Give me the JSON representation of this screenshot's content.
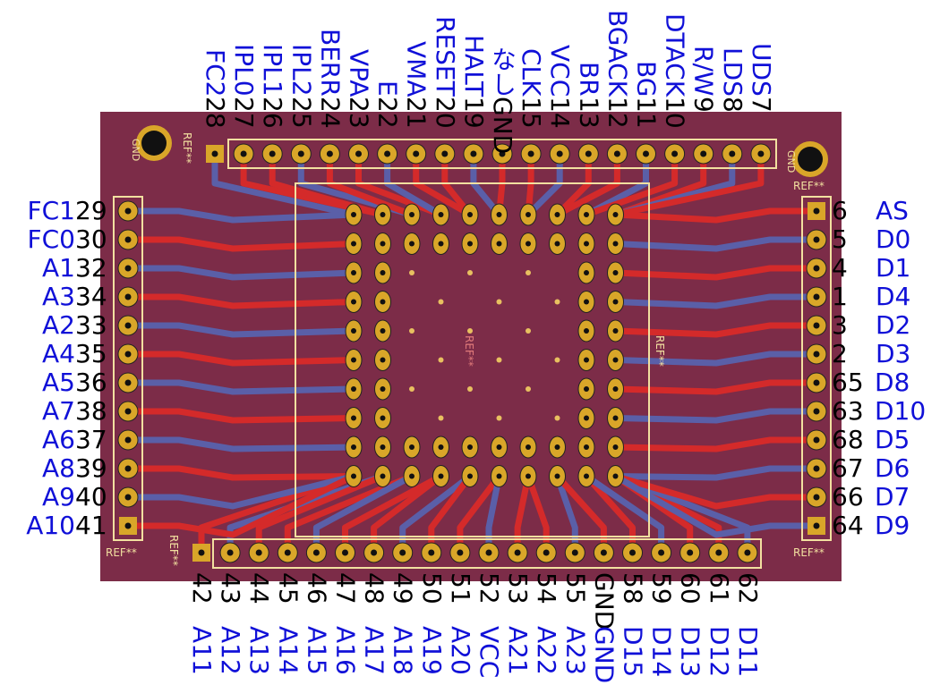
{
  "colors": {
    "board": "#7c2c48",
    "copper": "#d9a629",
    "trace": "#d42a2a",
    "trace_back": "#5a5fa8",
    "silk": "#f2e0a0",
    "label_name": "#1010d8",
    "label_num": "#000000"
  },
  "board_texts": {
    "ref": "REF**",
    "gnd": "GND",
    "chip_ref": "REF**"
  },
  "top_header": [
    {
      "num": "28",
      "name": "FC2"
    },
    {
      "num": "27",
      "name": "IPL0"
    },
    {
      "num": "26",
      "name": "IPL1"
    },
    {
      "num": "25",
      "name": "IPL2"
    },
    {
      "num": "24",
      "name": "BERR"
    },
    {
      "num": "23",
      "name": "VPA"
    },
    {
      "num": "22",
      "name": "E"
    },
    {
      "num": "21",
      "name": "VMA"
    },
    {
      "num": "20",
      "name": "RESET"
    },
    {
      "num": "19",
      "name": "HALT"
    },
    {
      "num": "GND",
      "name": "なし"
    },
    {
      "num": "15",
      "name": "CLK"
    },
    {
      "num": "14",
      "name": "VCC"
    },
    {
      "num": "13",
      "name": "BR"
    },
    {
      "num": "12",
      "name": "BGACK"
    },
    {
      "num": "11",
      "name": "BG"
    },
    {
      "num": "10",
      "name": "DTACK"
    },
    {
      "num": "9",
      "name": "R/W"
    },
    {
      "num": "8",
      "name": "LDS"
    },
    {
      "num": "7",
      "name": "UDS"
    }
  ],
  "bottom_header": [
    {
      "num": "42",
      "name": "A11"
    },
    {
      "num": "43",
      "name": "A12"
    },
    {
      "num": "44",
      "name": "A13"
    },
    {
      "num": "45",
      "name": "A14"
    },
    {
      "num": "46",
      "name": "A15"
    },
    {
      "num": "47",
      "name": "A16"
    },
    {
      "num": "48",
      "name": "A17"
    },
    {
      "num": "49",
      "name": "A18"
    },
    {
      "num": "50",
      "name": "A19"
    },
    {
      "num": "51",
      "name": "A20"
    },
    {
      "num": "52",
      "name": "VCC"
    },
    {
      "num": "53",
      "name": "A21"
    },
    {
      "num": "54",
      "name": "A22"
    },
    {
      "num": "55",
      "name": "A23"
    },
    {
      "num": "GND",
      "name": "GND"
    },
    {
      "num": "58",
      "name": "D15"
    },
    {
      "num": "59",
      "name": "D14"
    },
    {
      "num": "60",
      "name": "D13"
    },
    {
      "num": "61",
      "name": "D12"
    },
    {
      "num": "62",
      "name": "D11"
    }
  ],
  "left_header": [
    {
      "num": "29",
      "name": "FC1"
    },
    {
      "num": "30",
      "name": "FC0"
    },
    {
      "num": "32",
      "name": "A1"
    },
    {
      "num": "34",
      "name": "A3"
    },
    {
      "num": "33",
      "name": "A2"
    },
    {
      "num": "35",
      "name": "A4"
    },
    {
      "num": "36",
      "name": "A5"
    },
    {
      "num": "38",
      "name": "A7"
    },
    {
      "num": "37",
      "name": "A6"
    },
    {
      "num": "39",
      "name": "A8"
    },
    {
      "num": "40",
      "name": "A9"
    },
    {
      "num": "41",
      "name": "A10"
    }
  ],
  "right_header": [
    {
      "num": "6",
      "name": "AS"
    },
    {
      "num": "5",
      "name": "D0"
    },
    {
      "num": "4",
      "name": "D1"
    },
    {
      "num": "1",
      "name": "D4"
    },
    {
      "num": "3",
      "name": "D2"
    },
    {
      "num": "2",
      "name": "D3"
    },
    {
      "num": "65",
      "name": "D8"
    },
    {
      "num": "63",
      "name": "D10"
    },
    {
      "num": "68",
      "name": "D5"
    },
    {
      "num": "67",
      "name": "D6"
    },
    {
      "num": "66",
      "name": "D7"
    },
    {
      "num": "64",
      "name": "D9"
    }
  ]
}
